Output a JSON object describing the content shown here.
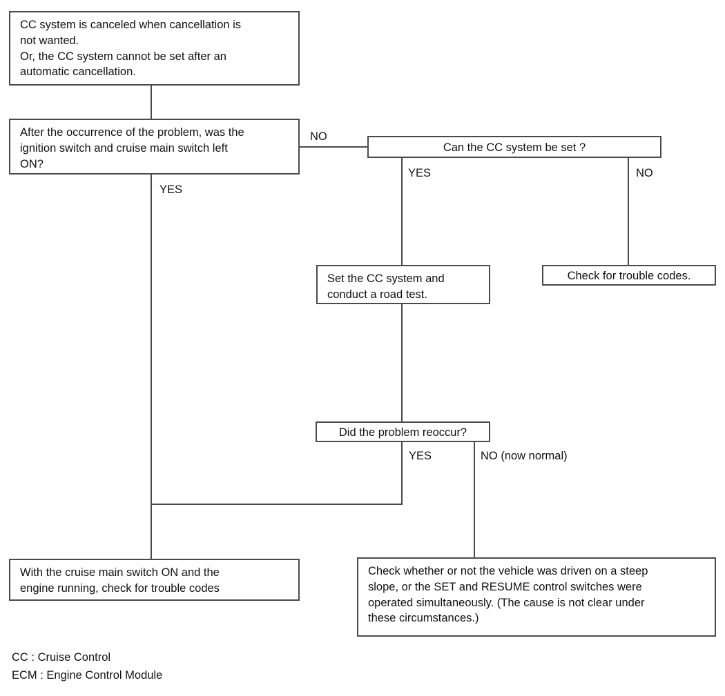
{
  "diagram": {
    "title": "Cruise Control (CC) system troubleshooting flowchart",
    "line_color": "#4a4a4a",
    "text_color": "#111111",
    "background": "#ffffff"
  },
  "nodes": {
    "symptom": {
      "id": "symptom-box",
      "lines": [
        "CC system is canceled when cancellation is",
        "not wanted.",
        "Or, the CC system cannot be set after an",
        "automatic cancellation."
      ]
    },
    "question_ignition": {
      "id": "question-ignition-box",
      "lines": [
        "After the occurrence of the problem, was the",
        "ignition switch and cruise main switch left",
        "ON?"
      ]
    },
    "question_can_set": {
      "id": "question-can-set-box",
      "lines": [
        "Can the CC system be set ?"
      ]
    },
    "set_and_road_test": {
      "id": "set-road-test-box",
      "lines": [
        "Set the CC system and",
        "conduct a road test."
      ]
    },
    "check_trouble_codes": {
      "id": "check-trouble-codes-box",
      "lines": [
        "Check for trouble codes."
      ]
    },
    "question_reoccur": {
      "id": "question-reoccur-box",
      "lines": [
        "Did the problem reoccur?"
      ]
    },
    "cruise_on_check_codes": {
      "id": "cruise-on-check-codes-box",
      "lines": [
        "With the cruise main switch ON and the",
        "engine running, check for trouble codes"
      ]
    },
    "check_steep_slope": {
      "id": "check-steep-slope-box",
      "lines": [
        "Check whether or not the vehicle was driven on a steep",
        "slope, or the SET and RESUME control switches were",
        "operated simultaneously. (The cause is not clear under",
        "these circumstances.)"
      ]
    }
  },
  "edge_labels": {
    "ignition_no": "NO",
    "ignition_yes": "YES",
    "can_set_yes": "YES",
    "can_set_no": "NO",
    "reoccur_yes": "YES",
    "reoccur_no": "NO (now normal)"
  },
  "legend": {
    "items": [
      {
        "abbr": "CC :",
        "meaning": "Cruise Control"
      },
      {
        "abbr": "ECM :",
        "meaning": "Engine Control Module"
      }
    ],
    "line_1": "CC : Cruise Control",
    "line_2": "ECM : Engine Control Module"
  }
}
